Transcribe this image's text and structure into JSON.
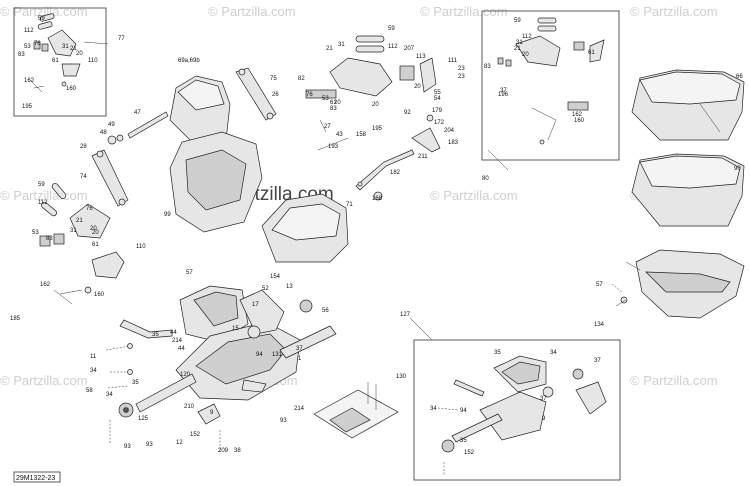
{
  "diagram": {
    "watermark": "© Partzilla.com",
    "center_watermark": "Partzilla.com",
    "reference_code": "29M1322-23",
    "callouts": [
      "59",
      "112",
      "76",
      "53",
      "31",
      "21",
      "20",
      "83",
      "61",
      "110",
      "162",
      "160",
      "195",
      "77",
      "75",
      "26",
      "69a,69b",
      "47",
      "48",
      "49",
      "28",
      "74",
      "99",
      "71",
      "59",
      "112",
      "21",
      "31",
      "207",
      "113",
      "111",
      "23",
      "23",
      "20",
      "82",
      "76",
      "53",
      "61",
      "83",
      "20",
      "55",
      "54",
      "20",
      "92",
      "179",
      "172",
      "204",
      "183",
      "158",
      "193",
      "195",
      "27",
      "43",
      "182",
      "211",
      "168",
      "59",
      "112",
      "31",
      "21",
      "20",
      "83",
      "61",
      "162",
      "160",
      "196",
      "37",
      "80",
      "66",
      "90",
      "59",
      "112",
      "76",
      "53",
      "21",
      "31",
      "20",
      "83",
      "61",
      "20",
      "110",
      "162",
      "160",
      "185",
      "57",
      "154",
      "52",
      "13",
      "17",
      "56",
      "44",
      "214",
      "44",
      "35",
      "120",
      "11",
      "34",
      "58",
      "15",
      "1",
      "37",
      "131",
      "94",
      "34",
      "35",
      "210",
      "125",
      "9",
      "152",
      "12",
      "93",
      "93",
      "209",
      "38",
      "214",
      "93",
      "130",
      "57",
      "134",
      "127",
      "35",
      "34",
      "37",
      "34",
      "94",
      "35",
      "37",
      "152",
      "9"
    ]
  }
}
